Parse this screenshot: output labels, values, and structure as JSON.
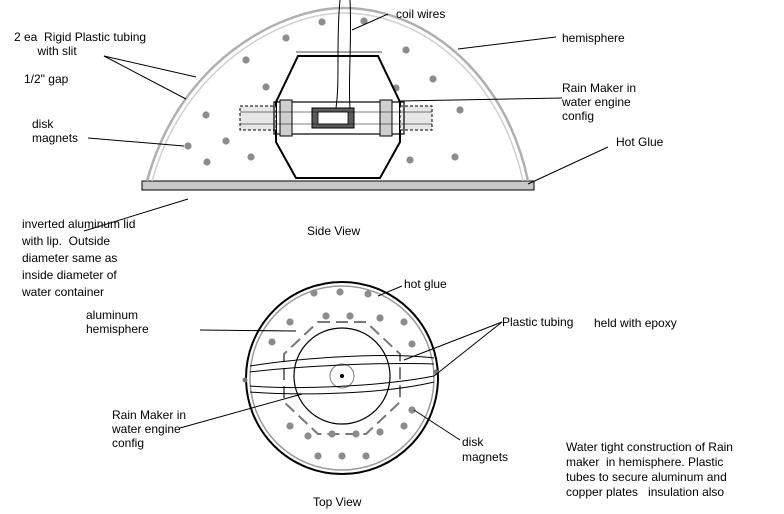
{
  "side_view": {
    "title": "Side View",
    "labels": {
      "tubing": "2 ea  Rigid Plastic tubing\n       with slit",
      "gap": "1/2\" gap",
      "disk_magnets": "disk\nmagnets",
      "coil_wires": "coil wires",
      "hemisphere": "hemisphere",
      "rain_maker": "Rain Maker in\nwater engine\nconfig",
      "hot_glue": "Hot Glue",
      "lid": "inverted aluminum lid\nwith lip.  Outside\ndiameter same as\ninside diameter of\nwater container"
    }
  },
  "top_view": {
    "title": "Top View",
    "labels": {
      "hot_glue": "hot glue",
      "hemisphere": "aluminum\nhemisphere",
      "plastic_tubing": "Plastic tubing",
      "epoxy": "held with epoxy",
      "rain_maker": "Rain Maker in\nwater engine\nconfig",
      "disk_magnets": "disk\nmagnets"
    }
  },
  "note": "Water tight construction of Rain\nmaker  in hemisphere. Plastic\ntubes to secure aluminum and\ncopper plates   insulation also",
  "colors": {
    "line": "#000000",
    "dome": "#b0b0b0",
    "magnet": "#8c8c8c",
    "lid": "#c8c8c8",
    "coil": "#5a5a5a"
  }
}
